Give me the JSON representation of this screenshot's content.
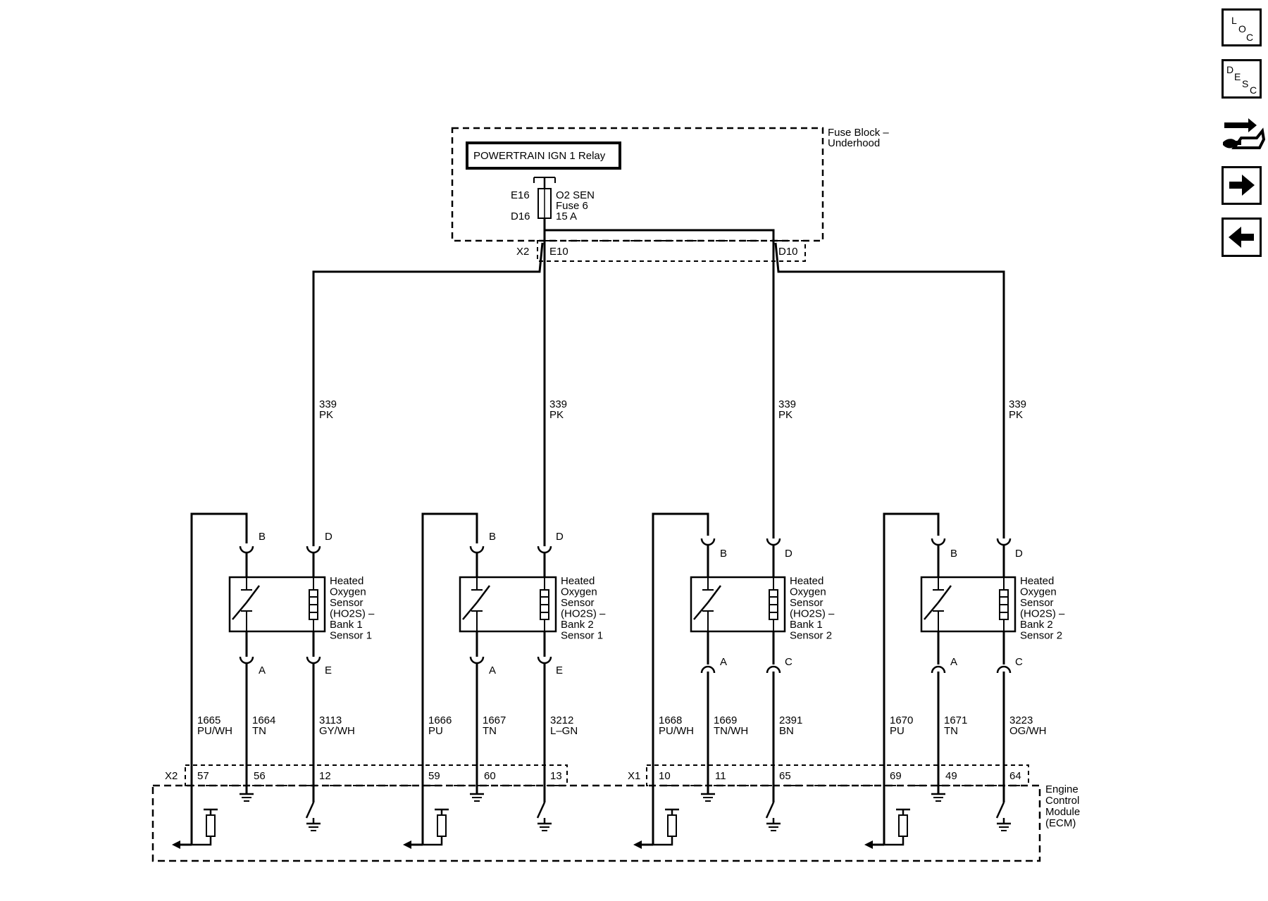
{
  "fuse_block": {
    "label_line1": "Fuse Block –",
    "label_line2": "Underhood",
    "relay_label": "POWERTRAIN IGN 1 Relay",
    "fuse_top_pin": "E16",
    "fuse_bottom_pin": "D16",
    "fuse_name_line1": "O2 SEN",
    "fuse_name_line2": "Fuse 6",
    "fuse_rating": "15 A",
    "connector": "X2",
    "pin_e": "E10",
    "pin_d": "D10"
  },
  "supply_wires": [
    {
      "circuit": "339",
      "color": "PK"
    },
    {
      "circuit": "339",
      "color": "PK"
    },
    {
      "circuit": "339",
      "color": "PK"
    },
    {
      "circuit": "339",
      "color": "PK"
    }
  ],
  "sensors": [
    {
      "name_lines": [
        "Heated",
        "Oxygen",
        "Sensor",
        "(HO2S) –",
        "Bank 1",
        "Sensor 1"
      ],
      "pin_signal_top": "B",
      "pin_heater_top": "D",
      "pin_signal_bottom": "A",
      "pin_heater_bottom": "E",
      "wires": [
        {
          "circuit": "1665",
          "color": "PU/WH"
        },
        {
          "circuit": "1664",
          "color": "TN"
        },
        {
          "circuit": "3113",
          "color": "GY/WH"
        }
      ],
      "ecm_pins": [
        "57",
        "56",
        "12"
      ]
    },
    {
      "name_lines": [
        "Heated",
        "Oxygen",
        "Sensor",
        "(HO2S) –",
        "Bank 2",
        "Sensor 1"
      ],
      "pin_signal_top": "B",
      "pin_heater_top": "D",
      "pin_signal_bottom": "A",
      "pin_heater_bottom": "E",
      "wires": [
        {
          "circuit": "1666",
          "color": "PU"
        },
        {
          "circuit": "1667",
          "color": "TN"
        },
        {
          "circuit": "3212",
          "color": "L–GN"
        }
      ],
      "ecm_pins": [
        "59",
        "60",
        "13"
      ]
    },
    {
      "name_lines": [
        "Heated",
        "Oxygen",
        "Sensor",
        "(HO2S) –",
        "Bank 1",
        "Sensor 2"
      ],
      "pin_signal_top": "B",
      "pin_heater_top": "D",
      "pin_signal_bottom": "A",
      "pin_heater_bottom": "C",
      "wires": [
        {
          "circuit": "1668",
          "color": "PU/WH"
        },
        {
          "circuit": "1669",
          "color": "TN/WH"
        },
        {
          "circuit": "2391",
          "color": "BN"
        }
      ],
      "ecm_pins": [
        "10",
        "11",
        "65"
      ]
    },
    {
      "name_lines": [
        "Heated",
        "Oxygen",
        "Sensor",
        "(HO2S) –",
        "Bank 2",
        "Sensor 2"
      ],
      "pin_signal_top": "B",
      "pin_heater_top": "D",
      "pin_signal_bottom": "A",
      "pin_heater_bottom": "C",
      "wires": [
        {
          "circuit": "1670",
          "color": "PU"
        },
        {
          "circuit": "1671",
          "color": "TN"
        },
        {
          "circuit": "3223",
          "color": "OG/WH"
        }
      ],
      "ecm_pins": [
        "69",
        "49",
        "64"
      ]
    }
  ],
  "ecm": {
    "connector_left": "X2",
    "connector_right": "X1",
    "name_lines": [
      "Engine",
      "Control",
      "Module",
      "(ECM)"
    ]
  },
  "nav": {
    "loc": {
      "l1": "L",
      "l2": "O",
      "l3": "C"
    },
    "desc": {
      "l1": "D",
      "l2": "E",
      "l3": "S",
      "l4": "C"
    }
  }
}
